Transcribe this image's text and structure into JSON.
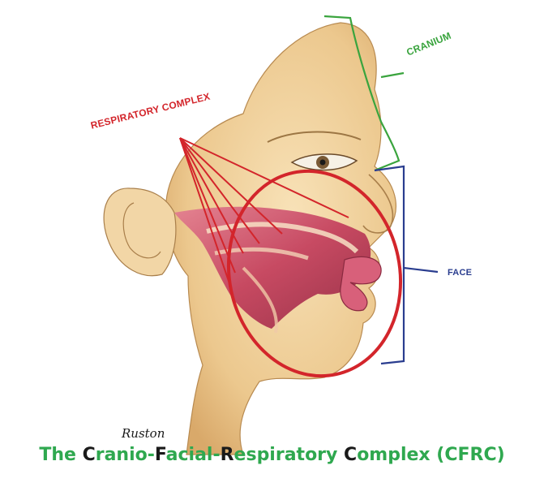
{
  "labels": {
    "cranium": "CRANIUM",
    "respiratory": "RESPIRATORY COMPLEX",
    "face": "FACE"
  },
  "signature": "Ruston",
  "title": {
    "parts": [
      {
        "text": "The ",
        "color": "#2fa84f"
      },
      {
        "text": "C",
        "color": "#1a1a1a"
      },
      {
        "text": "ranio-",
        "color": "#2fa84f"
      },
      {
        "text": "F",
        "color": "#1a1a1a"
      },
      {
        "text": "acial-",
        "color": "#2fa84f"
      },
      {
        "text": "R",
        "color": "#1a1a1a"
      },
      {
        "text": "espiratory ",
        "color": "#2fa84f"
      },
      {
        "text": "C",
        "color": "#1a1a1a"
      },
      {
        "text": "omplex ",
        "color": "#2fa84f"
      },
      {
        "text": "(CFRC)",
        "color": "#2fa84f"
      }
    ]
  },
  "colors": {
    "cranium": "#3aa43e",
    "respiratory": "#d3252b",
    "face": "#2a3d8f",
    "title_green": "#2fa84f",
    "title_black": "#1a1a1a",
    "skin": "#efcf98",
    "tissue": "#c23a5a"
  }
}
